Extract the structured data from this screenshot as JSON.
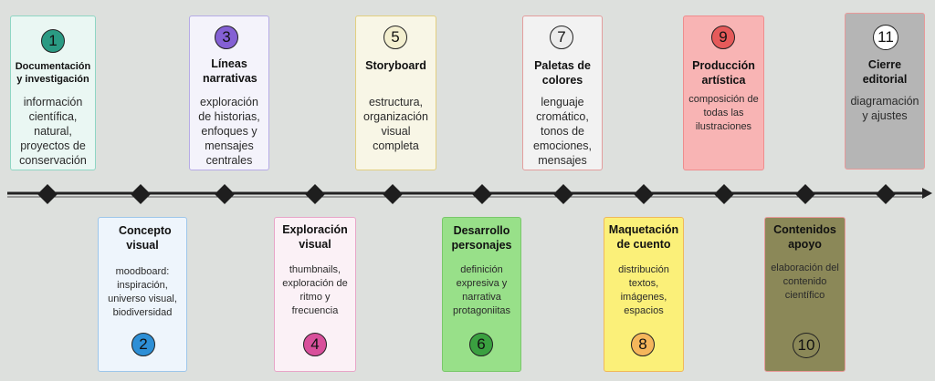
{
  "diagram": {
    "steps": [
      {
        "number": "1",
        "title": "Documentación y investigación",
        "description": "información científica, natural, proyectos de conservación",
        "fill": "#eaf7f3",
        "border": "#8fd6c4",
        "circle": "#2a9a83"
      },
      {
        "number": "2",
        "title": "Concepto visual",
        "description": "moodboard: inspiración, universo visual, biodiversidad",
        "fill": "#eef5fc",
        "border": "#9dc6ea",
        "circle": "#2d8fd6"
      },
      {
        "number": "3",
        "title": "Líneas narrativas",
        "description": "exploración de historias, enfoques y mensajes centrales",
        "fill": "#f4f3fb",
        "border": "#b6abe6",
        "circle": "#8460d4"
      },
      {
        "number": "4",
        "title": "Exploración visual",
        "description": "thumbnails, exploración de ritmo y frecuencia",
        "fill": "#fbf1f6",
        "border": "#e8a5c8",
        "circle": "#d8509b"
      },
      {
        "number": "5",
        "title": "Storyboard",
        "description": "estructura, organización visual completa",
        "fill": "#f8f6e6",
        "border": "#e2cf80",
        "circle": "#f3efcf"
      },
      {
        "number": "6",
        "title": "Desarrollo personajes",
        "description": "definición expresiva y narrativa protagoniitas",
        "fill": "#98e089",
        "border": "#79c86a",
        "circle": "#3aa040"
      },
      {
        "number": "7",
        "title": "Paletas de colores",
        "description": "lenguaje cromático, tonos de emociones, mensajes",
        "fill": "#f2f2f2",
        "border": "#e39d9d",
        "circle": "#ececec"
      },
      {
        "number": "8",
        "title": "Maquetación de cuento",
        "description": "distribución textos, imágenes, espacios",
        "fill": "#fbf079",
        "border": "#f0b85a",
        "circle": "#f5b65b"
      },
      {
        "number": "9",
        "title": "Producción artística",
        "description": "composición de todas las ilustraciones",
        "fill": "#f8b4b4",
        "border": "#ef8d8d",
        "circle": "#e55a5a"
      },
      {
        "number": "10",
        "title": "Contenidos apoyo",
        "description": "elaboración del contenido científico",
        "fill": "#8b8858",
        "border": "#e89a9a",
        "circle": "#8b8858"
      },
      {
        "number": "11",
        "title": "Cierre editorial",
        "description": "diagramación y ajustes",
        "fill": "#b5b5b5",
        "border": "#e89a9a",
        "circle": "#ffffff"
      }
    ]
  }
}
